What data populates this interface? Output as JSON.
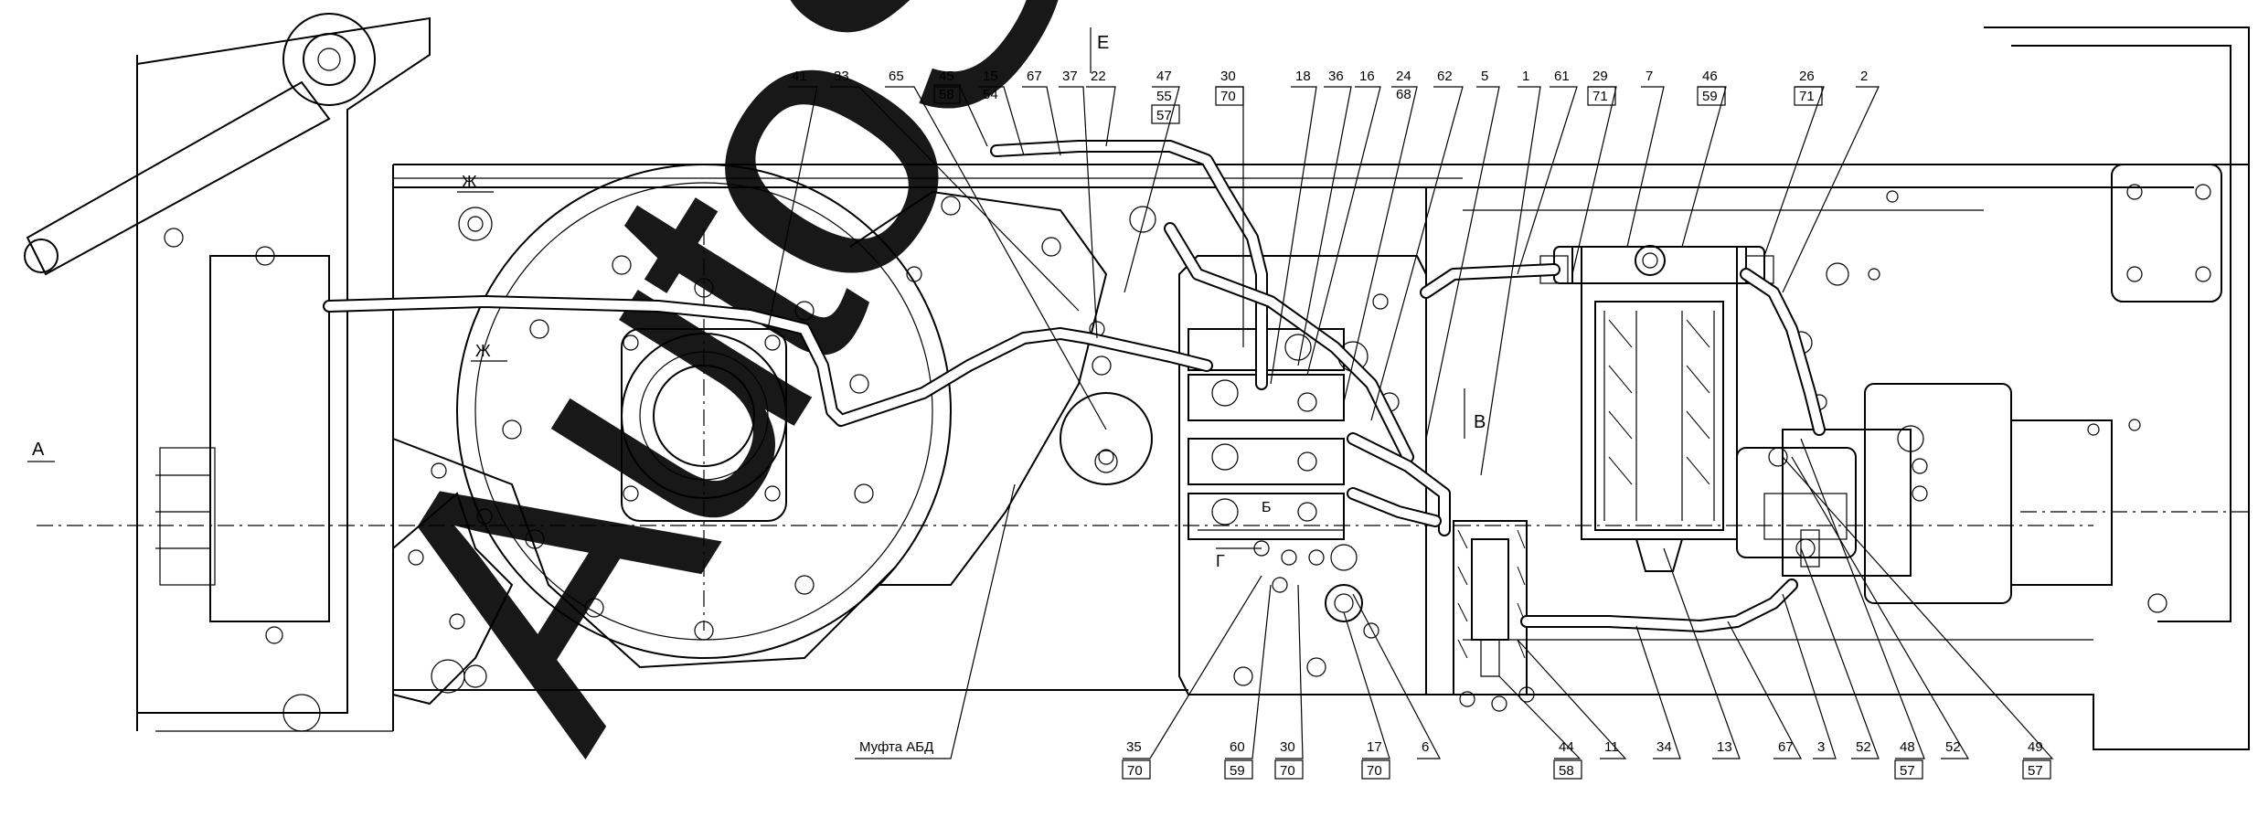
{
  "drawing": {
    "view_label": "А",
    "section_labels": {
      "E": "Е",
      "V": "В",
      "Zh1": "Ж",
      "Zh2": "Ж",
      "G": "Г",
      "B": "Б"
    },
    "callout_text": "Муфта АБД",
    "top_numbers": [
      "41",
      "33",
      "65",
      "15",
      "67",
      "37",
      "22",
      "18",
      "36",
      "16",
      "24",
      "62",
      "5",
      "1",
      "61",
      "29",
      "7",
      "26",
      "2"
    ],
    "top_stacked": [
      {
        "top": "45",
        "bottom": "58"
      },
      {
        "top": "15",
        "bottom": "54"
      },
      {
        "top": "47",
        "bottom": "55",
        "extra": "57"
      },
      {
        "top": "30",
        "bottom": "70"
      },
      {
        "top": "24",
        "bottom": "68"
      },
      {
        "top": "29",
        "bottom": "71"
      },
      {
        "top": "46",
        "bottom": "59"
      },
      {
        "top": "26",
        "bottom": "71"
      }
    ],
    "bottom_numbers": [
      "35",
      "60",
      "30",
      "17",
      "6",
      "44",
      "11",
      "34",
      "13",
      "67",
      "3",
      "52",
      "48",
      "52",
      "49"
    ],
    "bottom_boxed": [
      "70",
      "59",
      "70",
      "70",
      "58",
      "57",
      "57"
    ],
    "watermark": "AutoSoft"
  }
}
